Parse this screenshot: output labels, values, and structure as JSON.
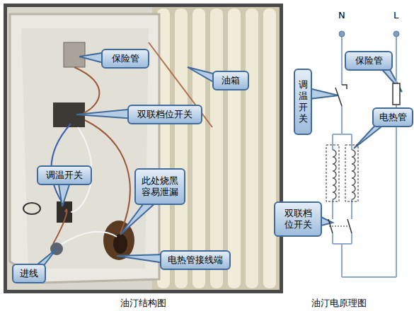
{
  "diagram": {
    "nodes": [
      {
        "text": [
          "保险管"
        ]
      },
      {
        "text": [
          "油箱"
        ]
      },
      {
        "text": [
          "双联档位开关"
        ]
      },
      {
        "text": [
          "调温开关"
        ]
      },
      {
        "text": [
          "此处烧黑容易泄漏"
        ]
      },
      {
        "text": [
          "进线"
        ]
      },
      {
        "text": [
          "电热管接线端"
        ]
      },
      {
        "text": [
          "保险管"
        ]
      },
      {
        "text": [
          "调温开关"
        ]
      },
      {
        "text": [
          "电热管"
        ]
      },
      {
        "text": [
          "双联档位开关"
        ]
      }
    ],
    "labels": [
      "N",
      "L",
      "油汀结构图",
      "油汀电原理图"
    ]
  }
}
